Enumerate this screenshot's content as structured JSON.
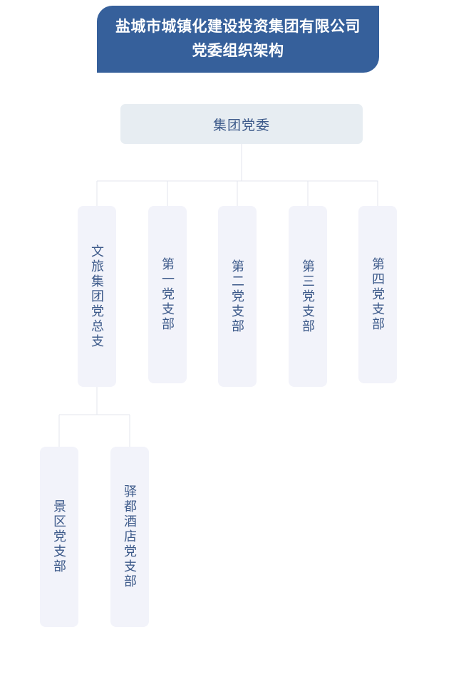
{
  "title": {
    "line1": "盐城市城镇化建设投资集团有限公司",
    "line2": "党委组织架构",
    "full": "盐城市城镇化建设投资集团有限公司\n党委组织架构"
  },
  "colors": {
    "banner_bg": "#36609b",
    "banner_text": "#ffffff",
    "root_node_bg": "#e7edf2",
    "node_bg": "#f2f3fa",
    "node_text": "#3d5a8a",
    "connector": "#e3e6ee",
    "page_bg": "#ffffff"
  },
  "chart_data": {
    "type": "diagram",
    "diagram_type": "organization-chart",
    "orientation": "top-down",
    "title": "盐城市城镇化建设投资集团有限公司党委组织架构",
    "root": "集团党委",
    "levels": 3,
    "nodes": [
      {
        "id": "root",
        "label": "集团党委",
        "level": 0,
        "parent": null,
        "text_orientation": "horizontal"
      },
      {
        "id": "n1",
        "label": "文旅集团党总支",
        "level": 1,
        "parent": "root",
        "text_orientation": "vertical"
      },
      {
        "id": "n2",
        "label": "第一党支部",
        "level": 1,
        "parent": "root",
        "text_orientation": "vertical"
      },
      {
        "id": "n3",
        "label": "第二党支部",
        "level": 1,
        "parent": "root",
        "text_orientation": "vertical"
      },
      {
        "id": "n4",
        "label": "第三党支部",
        "level": 1,
        "parent": "root",
        "text_orientation": "vertical"
      },
      {
        "id": "n5",
        "label": "第四党支部",
        "level": 1,
        "parent": "root",
        "text_orientation": "vertical"
      },
      {
        "id": "n6",
        "label": "景区党支部",
        "level": 2,
        "parent": "n1",
        "text_orientation": "vertical"
      },
      {
        "id": "n7",
        "label": "驿都酒店党支部",
        "level": 2,
        "parent": "n1",
        "text_orientation": "vertical"
      }
    ],
    "edges": [
      {
        "from": "root",
        "to": "n1"
      },
      {
        "from": "root",
        "to": "n2"
      },
      {
        "from": "root",
        "to": "n3"
      },
      {
        "from": "root",
        "to": "n4"
      },
      {
        "from": "root",
        "to": "n5"
      },
      {
        "from": "n1",
        "to": "n6"
      },
      {
        "from": "n1",
        "to": "n7"
      }
    ]
  },
  "nodes": {
    "root": {
      "label": "集团党委"
    },
    "level2": [
      {
        "label": "文旅集团党总支"
      },
      {
        "label": "第一党支部"
      },
      {
        "label": "第二党支部"
      },
      {
        "label": "第三党支部"
      },
      {
        "label": "第四党支部"
      }
    ],
    "level3": [
      {
        "label": "景区党支部"
      },
      {
        "label": "驿都酒店党支部"
      }
    ]
  }
}
